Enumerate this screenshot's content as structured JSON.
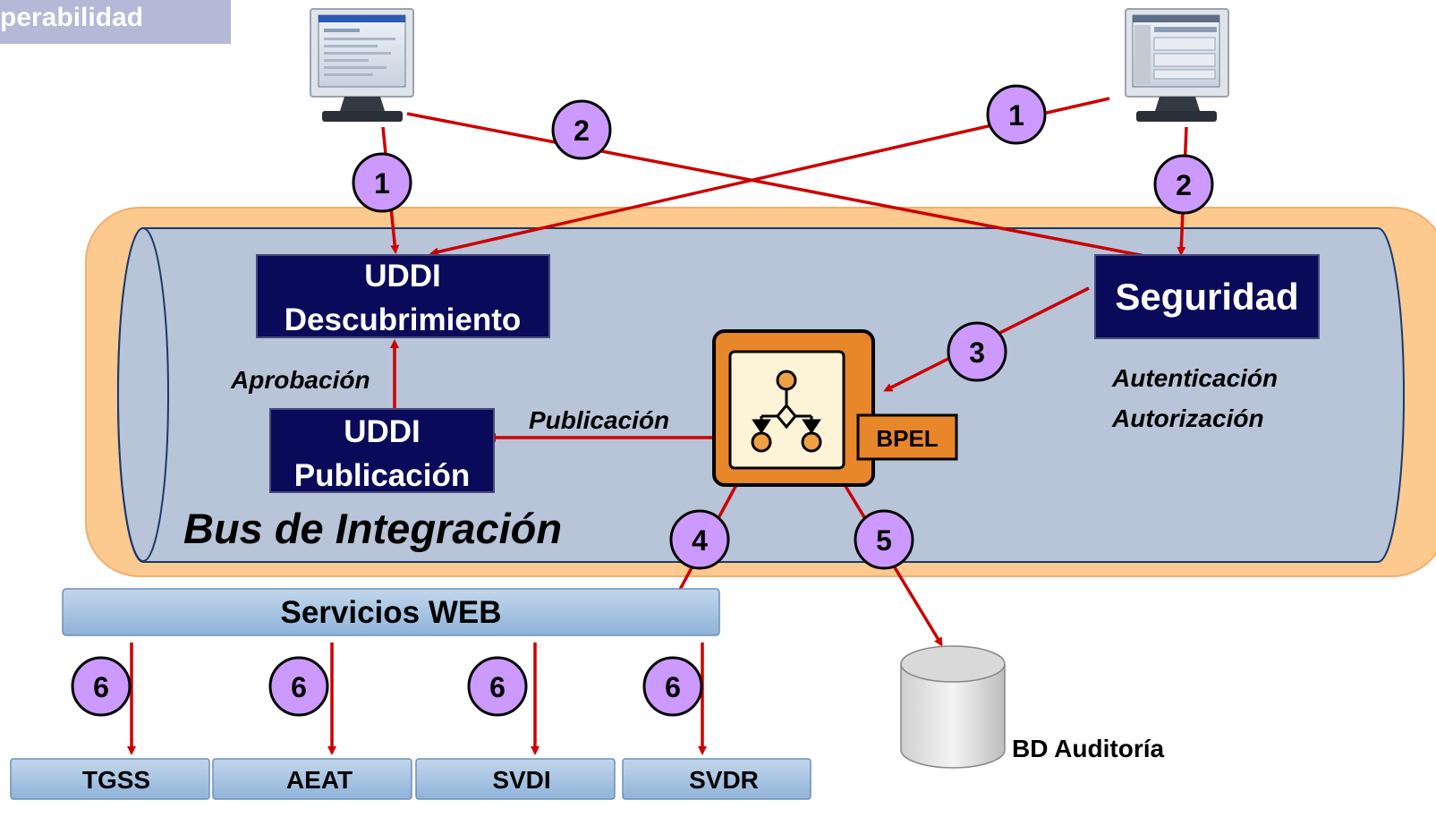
{
  "header": {
    "title": "perabilidad"
  },
  "bus": {
    "label": "Bus de Integración"
  },
  "boxes": {
    "uddi_discovery": {
      "line1": "UDDI",
      "line2": "Descubrimiento"
    },
    "uddi_publication": {
      "line1": "UDDI",
      "line2": "Publicación"
    },
    "security": {
      "label": "Seguridad"
    }
  },
  "labels": {
    "approval": "Aprobación",
    "publication": "Publicación",
    "authentication": "Autenticación",
    "authorization": "Autorización",
    "bpel": "BPEL",
    "web_services": "Servicios WEB",
    "audit_db": "BD Auditoría"
  },
  "steps": {
    "left_1": "1",
    "left_2": "2",
    "right_1": "1",
    "right_2": "2",
    "s3": "3",
    "s4": "4",
    "s5": "5",
    "s6a": "6",
    "s6b": "6",
    "s6c": "6",
    "s6d": "6"
  },
  "services": [
    "TGSS",
    "AEAT",
    "SVDI",
    "SVDR"
  ],
  "colors": {
    "arrow": "#cc0000",
    "bus_fill": "#b8c4d8",
    "bus_halo": "#fcc98f",
    "box_fill": "#0a0a5a",
    "circle_fill": "#cc99ff",
    "bpel_orange": "#e8862a",
    "service_bar": "#a8c4e0"
  }
}
